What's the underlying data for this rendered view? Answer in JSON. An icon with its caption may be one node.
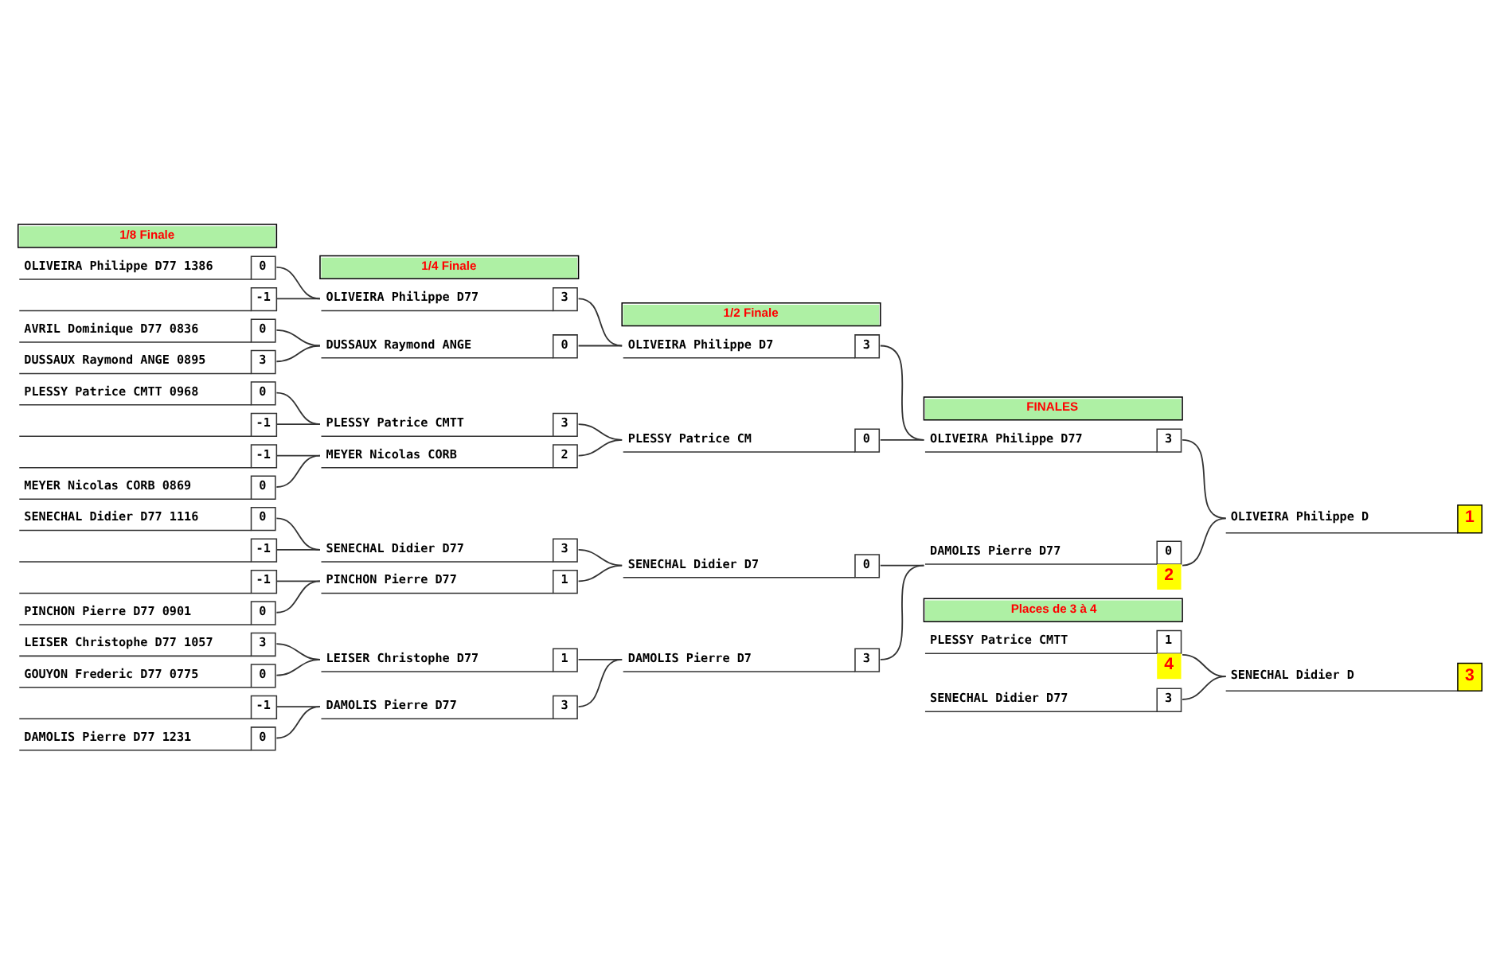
{
  "diagram": {
    "nodes": [
      {
        "text": [
          "1/8 Finale"
        ]
      },
      {
        "text": [
          "1/4 Finale"
        ]
      },
      {
        "text": [
          "1/2 Finale"
        ]
      },
      {
        "text": [
          "FINALES"
        ]
      },
      {
        "text": [
          "OLIVEIRA Philippe D77 1386",
          "0"
        ]
      },
      {
        "text": [
          "-1"
        ]
      },
      {
        "text": [
          "AVRIL Dominique D77 0836",
          "0"
        ]
      },
      {
        "text": [
          "DUSSAUX Raymond ANGE 0895",
          "3"
        ]
      },
      {
        "text": [
          "PLESSY Patrice CMTT 0968",
          "0"
        ]
      },
      {
        "text": [
          "-1"
        ]
      },
      {
        "text": [
          "-1"
        ]
      },
      {
        "text": [
          "MEYER Nicolas CORB 0869",
          "0"
        ]
      },
      {
        "text": [
          "SENECHAL Didier D77 1116",
          "0"
        ]
      },
      {
        "text": [
          "-1"
        ]
      },
      {
        "text": [
          "-1"
        ]
      },
      {
        "text": [
          "PINCHON Pierre D77 0901",
          "0"
        ]
      },
      {
        "text": [
          "LEISER Christophe D77 1057",
          "3"
        ]
      },
      {
        "text": [
          "GOUYON Frederic D77 0775",
          "0"
        ]
      },
      {
        "text": [
          "-1"
        ]
      },
      {
        "text": [
          "DAMOLIS Pierre D77 1231",
          "0"
        ]
      },
      {
        "text": [
          "OLIVEIRA Philippe D77",
          "3"
        ]
      },
      {
        "text": [
          "DUSSAUX Raymond ANGE",
          "0"
        ]
      },
      {
        "text": [
          "PLESSY Patrice CMTT",
          "3"
        ]
      },
      {
        "text": [
          "MEYER Nicolas CORB",
          "2"
        ]
      },
      {
        "text": [
          "SENECHAL Didier D77",
          "3"
        ]
      },
      {
        "text": [
          "PINCHON Pierre D77",
          "1"
        ]
      },
      {
        "text": [
          "LEISER Christophe D77",
          "1"
        ]
      },
      {
        "text": [
          "DAMOLIS Pierre D77",
          "3"
        ]
      },
      {
        "text": [
          "OLIVEIRA Philippe D7",
          "3"
        ]
      },
      {
        "text": [
          "PLESSY Patrice CM",
          "0"
        ]
      },
      {
        "text": [
          "SENECHAL Didier D7",
          "0"
        ]
      },
      {
        "text": [
          "DAMOLIS Pierre D7",
          "3"
        ]
      },
      {
        "text": [
          "OLIVEIRA Philippe D77",
          "3"
        ]
      },
      {
        "text": [
          "DAMOLIS Pierre D77",
          "0",
          "2"
        ]
      },
      {
        "text": [
          "Places de 3 à 4"
        ]
      },
      {
        "text": [
          "PLESSY Patrice CMTT",
          "1",
          "4"
        ]
      },
      {
        "text": [
          "SENECHAL Didier D77",
          "3"
        ]
      },
      {
        "text": [
          "OLIVEIRA Philippe D",
          "1"
        ]
      },
      {
        "text": [
          "SENECHAL Didier D",
          "3"
        ]
      }
    ],
    "edges": [
      {
        "from": 4,
        "to": 20,
        "arrow": "none"
      },
      {
        "from": 5,
        "to": 20,
        "arrow": "none"
      },
      {
        "from": 6,
        "to": 21,
        "arrow": "none"
      },
      {
        "from": 7,
        "to": 21,
        "arrow": "none"
      },
      {
        "from": 8,
        "to": 22,
        "arrow": "none"
      },
      {
        "from": 9,
        "to": 22,
        "arrow": "none"
      },
      {
        "from": 10,
        "to": 23,
        "arrow": "none"
      },
      {
        "from": 11,
        "to": 23,
        "arrow": "none"
      },
      {
        "from": 12,
        "to": 24,
        "arrow": "none"
      },
      {
        "from": 13,
        "to": 24,
        "arrow": "none"
      },
      {
        "from": 14,
        "to": 25,
        "arrow": "none"
      },
      {
        "from": 15,
        "to": 25,
        "arrow": "none"
      },
      {
        "from": 16,
        "to": 26,
        "arrow": "none"
      },
      {
        "from": 17,
        "to": 26,
        "arrow": "none"
      },
      {
        "from": 18,
        "to": 27,
        "arrow": "none"
      },
      {
        "from": 19,
        "to": 27,
        "arrow": "none"
      },
      {
        "from": 20,
        "to": 28,
        "arrow": "none"
      },
      {
        "from": 21,
        "to": 28,
        "arrow": "none"
      },
      {
        "from": 22,
        "to": 29,
        "arrow": "none"
      },
      {
        "from": 23,
        "to": 29,
        "arrow": "none"
      },
      {
        "from": 24,
        "to": 30,
        "arrow": "none"
      },
      {
        "from": 25,
        "to": 30,
        "arrow": "none"
      },
      {
        "from": 26,
        "to": 31,
        "arrow": "none"
      },
      {
        "from": 27,
        "to": 31,
        "arrow": "none"
      },
      {
        "from": 28,
        "to": 32,
        "arrow": "none"
      },
      {
        "from": 29,
        "to": 32,
        "arrow": "none"
      },
      {
        "from": 30,
        "to": 33,
        "arrow": "none"
      },
      {
        "from": 31,
        "to": 33,
        "arrow": "none"
      },
      {
        "from": 32,
        "to": 37,
        "arrow": "none"
      },
      {
        "from": 33,
        "to": 37,
        "arrow": "none"
      },
      {
        "from": 35,
        "to": 38,
        "arrow": "none"
      },
      {
        "from": 36,
        "to": 38,
        "arrow": "none"
      }
    ]
  }
}
